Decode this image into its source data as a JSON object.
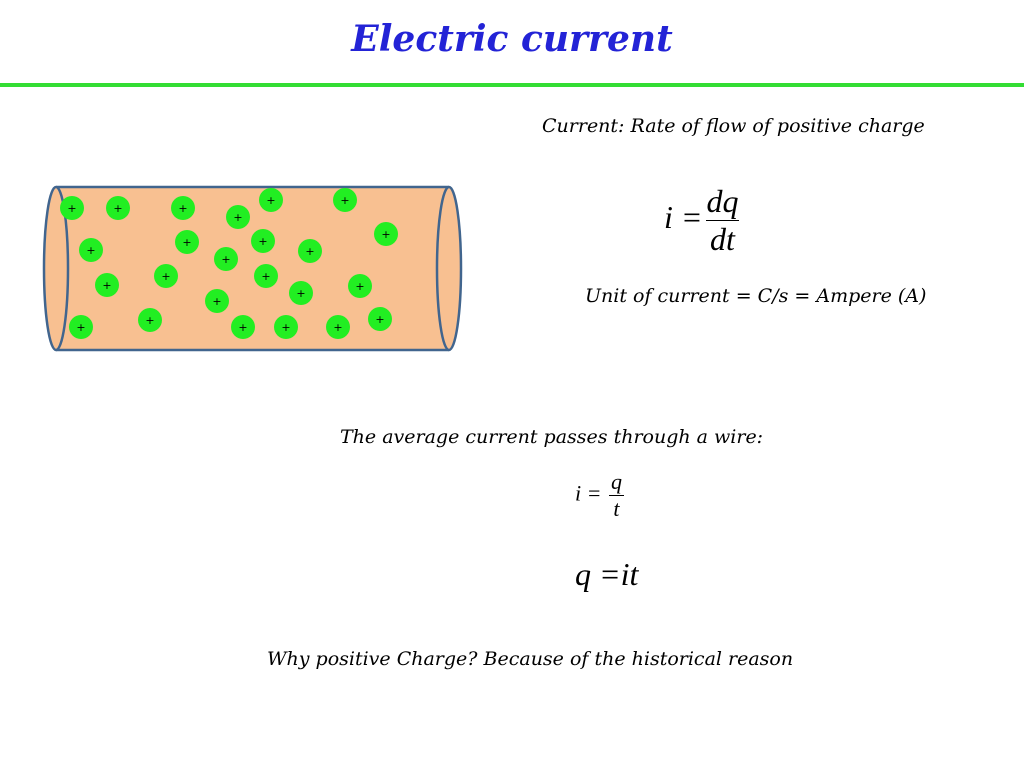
{
  "slide": {
    "title": "Electric current",
    "definition": "Current: Rate of flow of positive charge",
    "unit_text": "Unit of current  = C/s = Ampere (A)",
    "average_text": "The average current passes through a wire:",
    "why_text": "Why positive Charge? Because of the historical reason"
  },
  "equations": {
    "eq1": {
      "lhs": "i =",
      "num": "dq",
      "den": "dt"
    },
    "eq2": {
      "lhs": "i =",
      "num": "q",
      "den": "t"
    },
    "eq3": {
      "text": "q =it"
    }
  },
  "wire": {
    "charge_symbol": "+",
    "charge_count": 24,
    "colors": {
      "body": "#f8c091",
      "outline": "#41658e",
      "charge": "#22ee22",
      "rule": "#33dd33",
      "title": "#2323d6"
    }
  }
}
